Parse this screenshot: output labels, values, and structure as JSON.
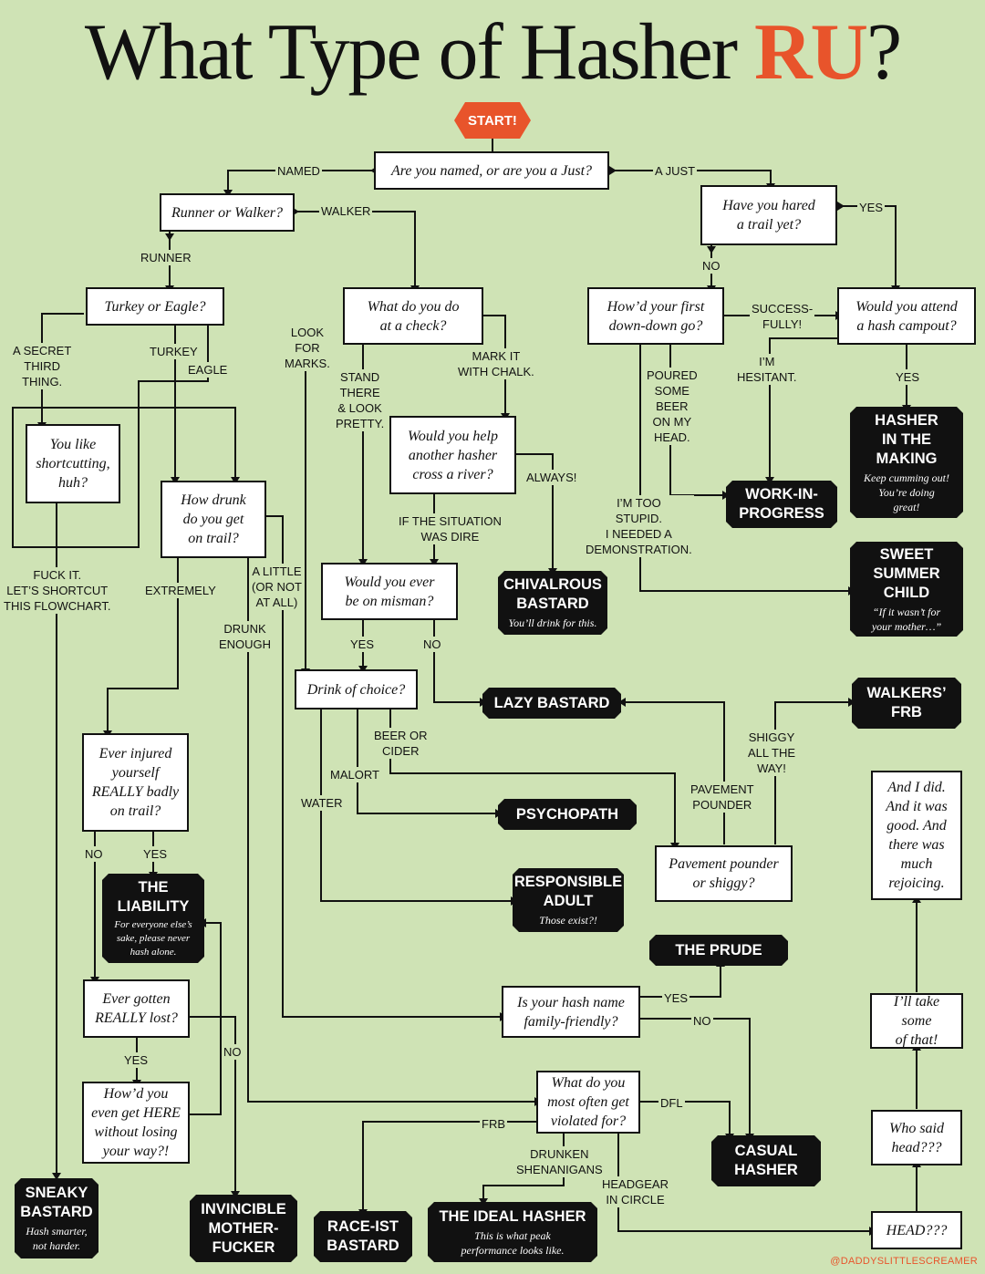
{
  "title": {
    "main": "What Type of Hasher ",
    "highlight": "RU",
    "end": "?"
  },
  "start": "START!",
  "questions": {
    "named": "Are you named, or are you a Just?",
    "runner_walker": "Runner or Walker?",
    "hared": "Have you hared\na trail yet?",
    "turkey": "Turkey or Eagle?",
    "check": "What do you do\nat a check?",
    "downdown": "How’d your first\ndown-down go?",
    "campout": "Would you attend\na hash campout?",
    "shortcut": "You like\nshortcutting,\nhuh?",
    "drunk": "How drunk\ndo you get\non trail?",
    "river": "Would you help\nanother hasher\ncross a river?",
    "misman": "Would you ever\nbe on misman?",
    "drink": "Drink of choice?",
    "injured": "Ever injured\nyourself\nREALLY badly\non trail?",
    "pavement": "Pavement pounder\nor shiggy?",
    "lost": "Ever gotten\nREALLY lost?",
    "here": "How’d you\neven get HERE\nwithout losing\nyour way?!",
    "family": "Is your hash name\nfamily-friendly?",
    "violated": "What do you\nmost often get\nviolated for?",
    "rejoicing": "And I did.\nAnd it was\ngood. And\nthere was\nmuch\nrejoicing.",
    "take": "I’ll take some\nof that!",
    "whosaid": "Who said\nhead???",
    "head": "HEAD???"
  },
  "results": {
    "making": {
      "title": "HASHER\nIN THE\nMAKING",
      "sub": "Keep cumming out!\nYou’re doing\ngreat!"
    },
    "wip": {
      "title": "WORK-IN-\nPROGRESS",
      "sub": ""
    },
    "summer": {
      "title": "SWEET\nSUMMER\nCHILD",
      "sub": "“If it wasn’t for\nyour mother…”"
    },
    "chivalrous": {
      "title": "CHIVALROUS\nBASTARD",
      "sub": "You’ll drink for this."
    },
    "lazy": {
      "title": "LAZY BASTARD",
      "sub": ""
    },
    "walkers": {
      "title": "WALKERS’\nFRB",
      "sub": ""
    },
    "psycho": {
      "title": "PSYCHOPATH",
      "sub": ""
    },
    "responsible": {
      "title": "RESPONSIBLE\nADULT",
      "sub": "Those exist?!"
    },
    "liability": {
      "title": "THE\nLIABILITY",
      "sub": "For everyone else’s\nsake, please never\nhash alone."
    },
    "prude": {
      "title": "THE PRUDE",
      "sub": ""
    },
    "casual": {
      "title": "CASUAL\nHASHER",
      "sub": ""
    },
    "sneaky": {
      "title": "SNEAKY\nBASTARD",
      "sub": "Hash smarter,\nnot harder."
    },
    "invincible": {
      "title": "INVINCIBLE\nMOTHER-\nFUCKER",
      "sub": ""
    },
    "raceist": {
      "title": "RACE-IST\nBASTARD",
      "sub": ""
    },
    "ideal": {
      "title": "THE IDEAL HASHER",
      "sub": "This is what peak\nperformance looks like."
    }
  },
  "labels": {
    "named": "NAMED",
    "ajust": "A JUST",
    "walker": "WALKER",
    "runner": "RUNNER",
    "yes_camp": "YES",
    "no_hared": "NO",
    "secret": "A SECRET\nTHIRD\nTHING.",
    "turkey": "TURKEY",
    "eagle": "EAGLE",
    "look": "LOOK\nFOR\nMARKS.",
    "stand": "STAND\nTHERE\n& LOOK\nPRETTY.",
    "chalk": "MARK IT\nWITH CHALK.",
    "successfully": "SUCCESS-\nFULLY!",
    "hesitant": "I’M\nHESITANT.",
    "poured": "POURED\nSOME\nBEER\nON MY\nHEAD.",
    "yes_camp2": "YES",
    "always": "ALWAYS!",
    "stupid": "I’M TOO\nSTUPID.\nI NEEDED A\nDEMONSTRATION.",
    "dire": "IF THE SITUATION\nWAS DIRE",
    "fuck": "FUCK IT.\nLET’S SHORTCUT\nTHIS FLOWCHART.",
    "extremely": "EXTREMELY",
    "alittle": "A LITTLE\n(OR NOT\nAT ALL)",
    "drunkenough": "DRUNK\nENOUGH",
    "yes_misman": "YES",
    "no_misman": "NO",
    "beer": "BEER OR\nCIDER",
    "malort": "MALORT",
    "water": "WATER",
    "shiggy": "SHIGGY\nALL THE\nWAY!",
    "pavement": "PAVEMENT\nPOUNDER",
    "no_inj": "NO",
    "yes_inj": "YES",
    "yes_lost": "YES",
    "no_lost": "NO",
    "yes_family": "YES",
    "no_family": "NO",
    "frb": "FRB",
    "dfl": "DFL",
    "shenanigans": "DRUNKEN\nSHENANIGANS",
    "headgear": "HEADGEAR\nIN CIRCLE"
  },
  "credit": "@DADDYSLITTLESCREAMER"
}
